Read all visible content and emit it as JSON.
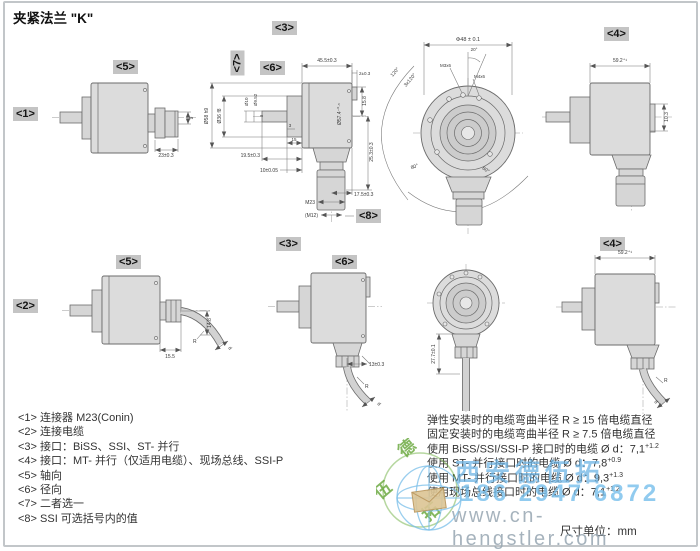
{
  "page": {
    "title": "夹紧法兰 \"K\"",
    "units": "尺寸单位：mm"
  },
  "labels": {
    "l1": "<1>",
    "l2": "<2>",
    "l3": "<3>",
    "l4": "<4>",
    "l5": "<5>",
    "l6": "<6>",
    "l7": "<7>",
    "l8": "<8>"
  },
  "dims": {
    "a_23": "23±0.3",
    "a_9": "9",
    "b_455": "45.5±0.3",
    "b_2": "2±0.3",
    "b_d58": "Ø58 h9",
    "b_d36": "Ø36 f8",
    "b_d10": "Ø10",
    "b_d952": "Ø9.52",
    "b_9": "9",
    "b_3": "3",
    "b_15": "15",
    "b_195": "19.5±0.3",
    "b_10": "10±0.05",
    "b_d574": "Ø57.4⁻⁰·⁵",
    "b_158": "15.8",
    "b_253": "25.3±0.3",
    "b_175": "17.5±0.3",
    "b_m23": "M23",
    "b_m12": "(M12)",
    "c_d48": "Φ48 ± 0.1",
    "c_120": "120°",
    "c_3x120": "3x120°",
    "c_20": "20°",
    "c_m3": "M3x6",
    "c_m4": "M4x6",
    "c_80": "80°",
    "c_60": "60°",
    "d_592": "59.2⁺¹",
    "d_103": "10.3",
    "e_155": "15.5",
    "e_148": "14.8",
    "e_r": "R",
    "e_d": "d",
    "f_13": "13±0.3",
    "f_r": "R",
    "f_d": "d",
    "g_277": "27.7±0.1",
    "h_592": "59.2⁺¹",
    "h_r": "R",
    "h_d": "d"
  },
  "notes_left": [
    "<1> 连接器 M23(Conin)",
    "<2> 连接电缆",
    "<3> 接口：BiSS、SSI、ST- 并行",
    "<4> 接口：MT- 并行（仅适用电缆）、现场总线、SSI-P",
    "<5> 轴向",
    "<6> 径向",
    "<7> 二者选一",
    "<8> SSI 可选括号内的值"
  ],
  "notes_right": [
    {
      "main": "弹性安装时的电缆弯曲半径 R ≥ 15 倍电缆直径",
      "sup": ""
    },
    {
      "main": "固定安装时的电缆弯曲半径 R ≥ 7.5 倍电缆直径",
      "sup": ""
    },
    {
      "main": "使用 BiSS/SSI/SSI-P 接口时的电缆 Ø d：7,1",
      "sup": "+1.2"
    },
    {
      "main": "使用 ST- 并行接口时的电缆 Ø d：7,8",
      "sup": "+0.9"
    },
    {
      "main": "使用 MT- 并行接口时的电缆 Ø d：9,3",
      "sup": "+1.3"
    },
    {
      "main": "使用现场总线接口时的电缆 Ø d：7,1",
      "sup": "+1.2"
    }
  ],
  "watermark": {
    "company": "西安德伍拓",
    "phone": "186 2947 6872",
    "url": "www.cn-hengstler.com",
    "stamp_chars": [
      "德",
      "伍",
      "拓"
    ],
    "blue": "#78bee8",
    "green": "#64a537"
  }
}
